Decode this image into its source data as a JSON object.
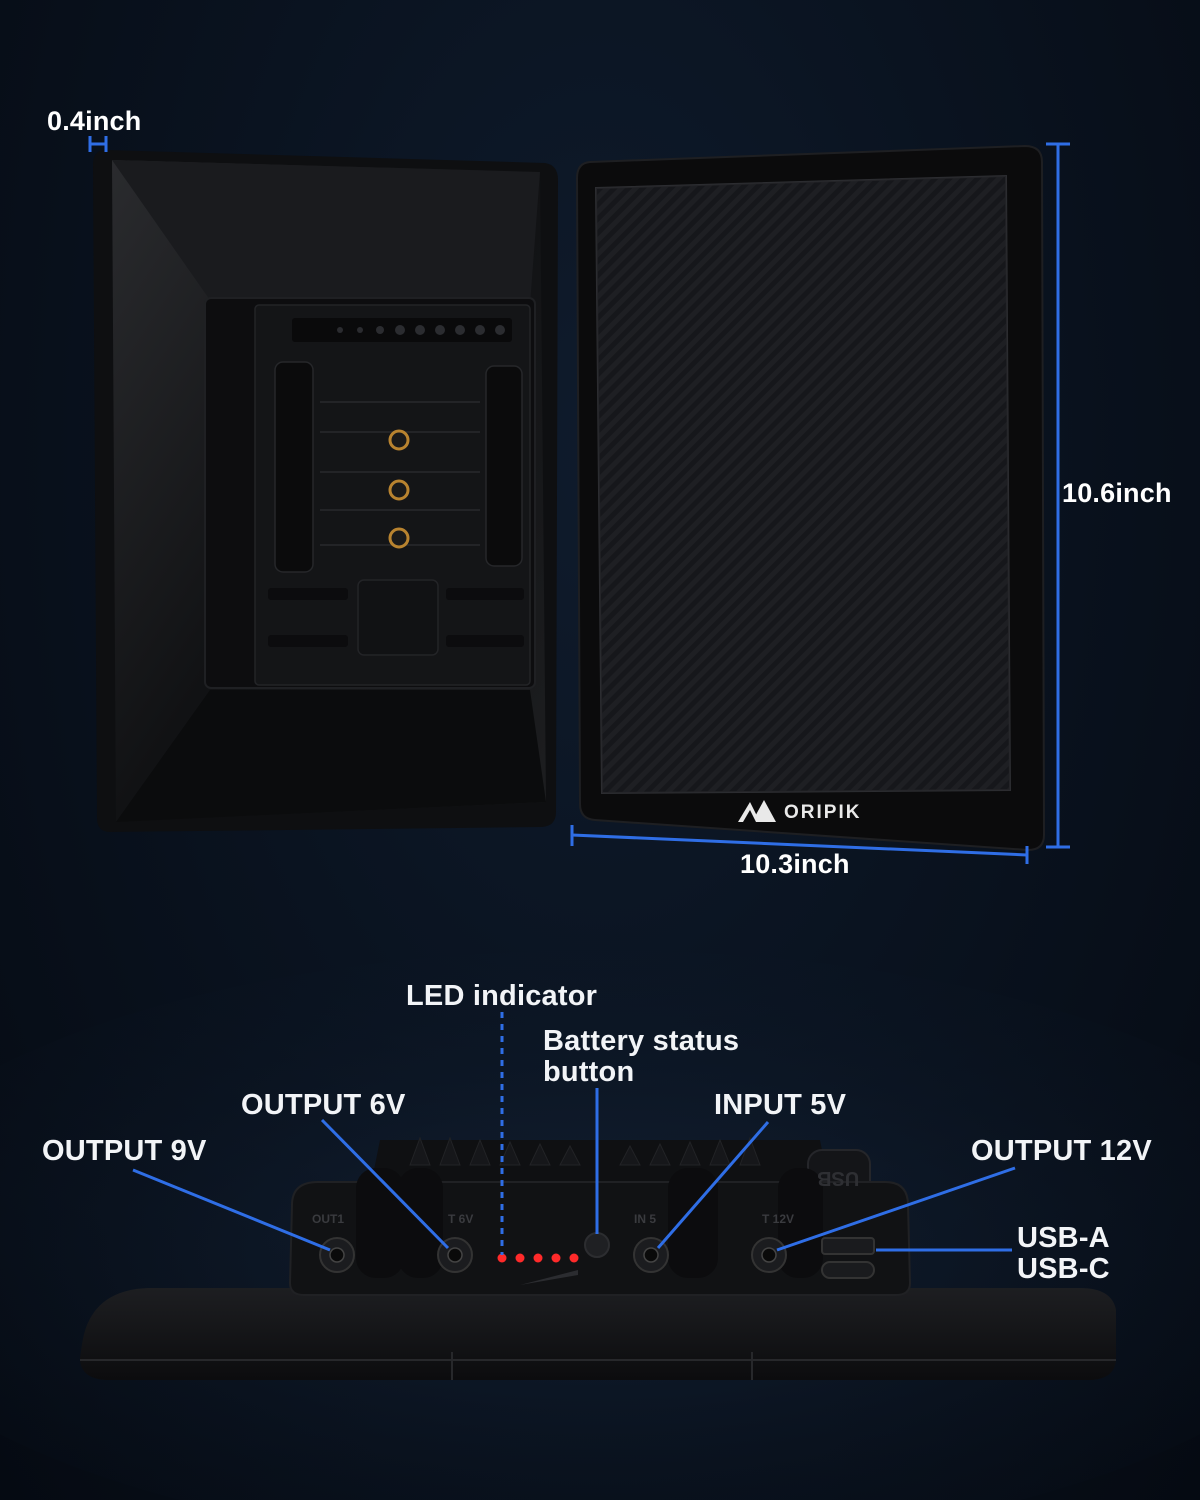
{
  "dimensions": {
    "thickness": "0.4inch",
    "height": "10.6inch",
    "width": "10.3inch"
  },
  "brand": {
    "logo_text": "ORIPIK",
    "usb_emboss": "USB"
  },
  "port_labels": {
    "out1": "OUT1",
    "out6": "T 6V",
    "in5": "IN 5",
    "out12": "T 12V"
  },
  "callouts": {
    "led_indicator": "LED indicator",
    "battery_status_line1": "Battery status",
    "battery_status_line2": "button",
    "output_6v": "OUTPUT 6V",
    "output_9v": "OUTPUT 9V",
    "input_5v": "INPUT 5V",
    "output_12v": "OUTPUT 12V",
    "usb_a": "USB-A",
    "usb_c": "USB-C"
  },
  "led_count": 5,
  "colors": {
    "accent_blue": "#2f6ee6",
    "led_red": "#ff2a2a",
    "panel_black": "#121212"
  }
}
